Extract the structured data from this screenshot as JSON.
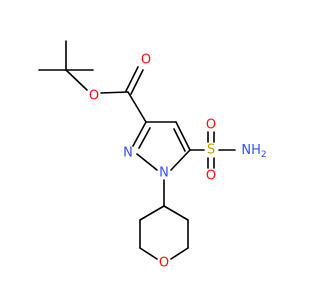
{
  "atoms": {
    "ester_O_single": {
      "label": "O",
      "color": "#ff0d0d"
    },
    "ester_O_double": {
      "label": "O",
      "color": "#ff0d0d"
    },
    "pyrazole_N2": {
      "label": "N",
      "color": "#3050f8"
    },
    "pyrazole_N1": {
      "label": "N",
      "color": "#3050f8"
    },
    "sulfonyl_S": {
      "label": "S",
      "color": "#c8a000"
    },
    "sulfonyl_O_upper": {
      "label": "O",
      "color": "#ff0d0d"
    },
    "sulfonyl_O_lower": {
      "label": "O",
      "color": "#ff0d0d"
    },
    "amine_NH2": {
      "label": "NH",
      "subscript": "2",
      "color": "#3050f8"
    },
    "ring_O": {
      "label": "O",
      "color": "#ff0d0d"
    }
  },
  "colors": {
    "carbon": "#000000",
    "oxygen": "#ff0d0d",
    "nitrogen": "#3050f8",
    "sulfur": "#c8a000",
    "background": "#ffffff"
  }
}
